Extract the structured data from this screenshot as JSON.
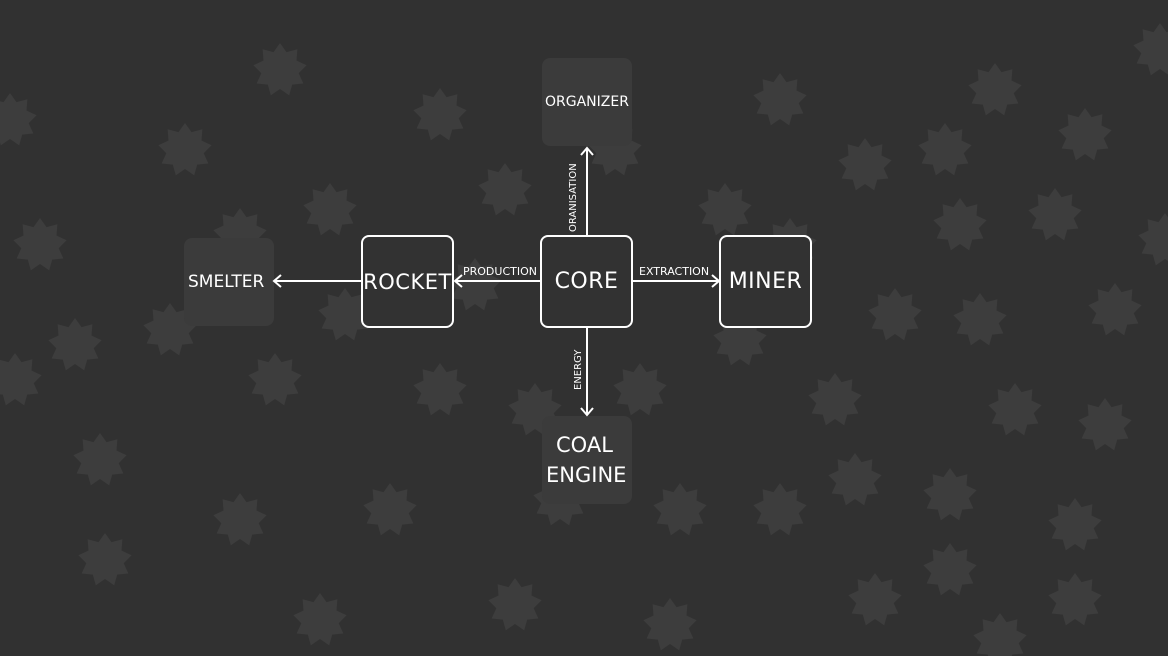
{
  "nodes": {
    "core": "CORE",
    "rocket": "ROCKET",
    "miner": "MINER",
    "organizer": "ORGANIZER",
    "smelter": "SMELTER",
    "coal_engine_line1": "COAL",
    "coal_engine_line2": "ENGINE"
  },
  "links": {
    "production": "PRODUCTION",
    "extraction": "EXTRACTION",
    "organisation": "ORANISATION",
    "energy": "ENERGY"
  },
  "colors": {
    "background": "#313131",
    "gear": "#3d3d3d",
    "ghost_node": "#3b3b3b",
    "stroke": "#ffffff"
  },
  "icons": {
    "background_pattern": "gear-icon"
  }
}
